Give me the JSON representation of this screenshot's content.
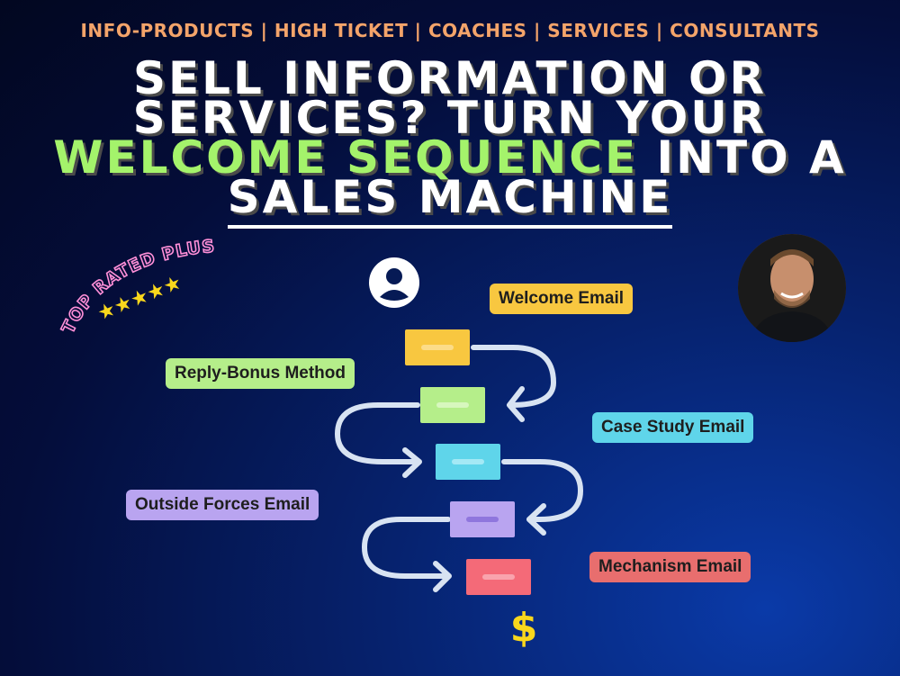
{
  "top_tags": "INFO-PRODUCTS | HIGH TICKET | COACHES | SERVICES | CONSULTANTS",
  "headline": {
    "line1": "SELL INFORMATION OR",
    "line2": "SERVICES? TURN YOUR",
    "line3_green": "WELCOME SEQUENCE",
    "line3_rest": " INTO A",
    "line4": "SALES MACHINE"
  },
  "badge": {
    "text": "TOP RATED PLUS",
    "stars": "★★★★★"
  },
  "labels": {
    "welcome": "Welcome Email",
    "reply_bonus": "Reply-Bonus Method",
    "case_study": "Case Study Email",
    "outside_forces": "Outside Forces Email",
    "mechanism": "Mechanism Email"
  },
  "dollar": "$",
  "colors": {
    "orange": "#f4a46a",
    "green": "#a4f36b",
    "yellow_block": "#f8c740",
    "green_block": "#b5ee8a",
    "cyan_block": "#5fd5ea",
    "purple_block": "#b9a4f0",
    "red_block": "#f46a78",
    "pink_neon": "#ff8fd8",
    "gold_star": "#f9d71c"
  },
  "icons": [
    "user-icon",
    "person-photo",
    "dollar-icon",
    "flow-arrow"
  ]
}
